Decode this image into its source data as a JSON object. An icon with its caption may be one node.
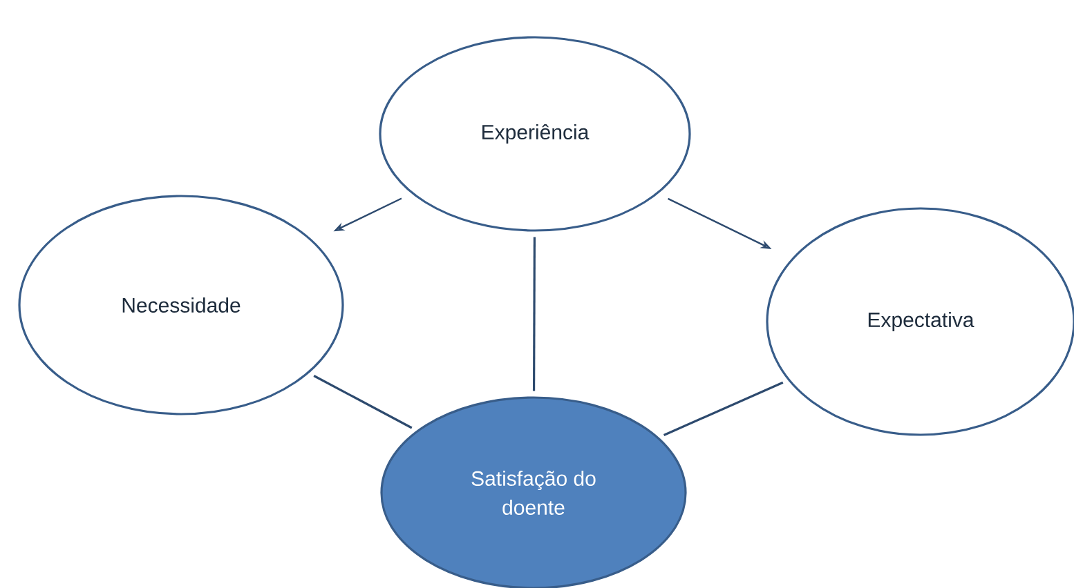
{
  "diagram": {
    "nodes": [
      {
        "text": [
          "Experiência"
        ]
      },
      {
        "text": [
          "Necessidade"
        ]
      },
      {
        "text": [
          "Expectativa"
        ]
      },
      {
        "text": [
          "Satisfação do doente"
        ]
      }
    ],
    "edges": [
      {
        "from": 0,
        "to": 1,
        "arrow": "to"
      },
      {
        "from": 0,
        "to": 2,
        "arrow": "to"
      },
      {
        "from": 0,
        "to": 3,
        "arrow": "none"
      },
      {
        "from": 1,
        "to": 3,
        "arrow": "none"
      },
      {
        "from": 2,
        "to": 3,
        "arrow": "none"
      }
    ]
  }
}
